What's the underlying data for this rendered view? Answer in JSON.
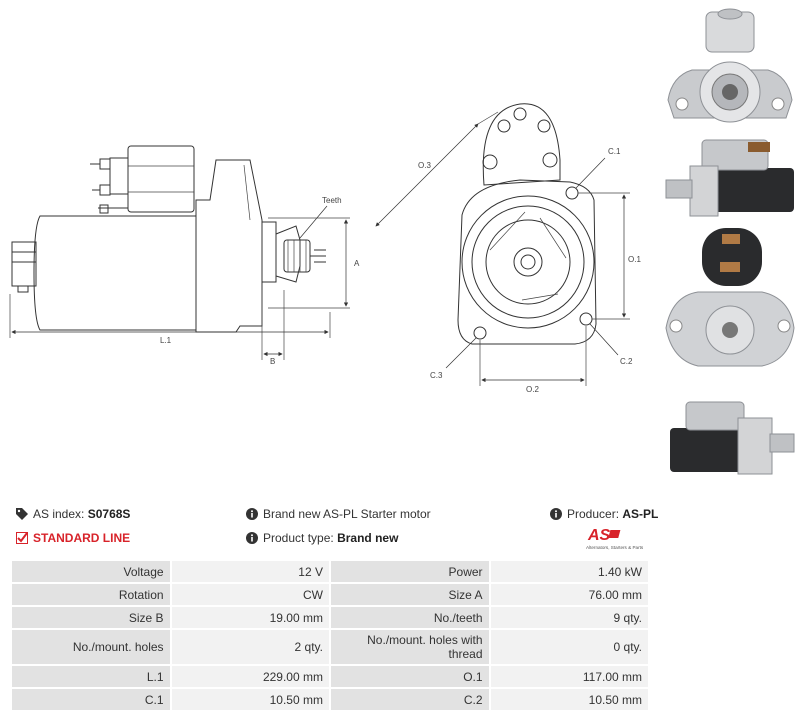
{
  "diagram": {
    "labels": {
      "teeth": "Teeth",
      "a": "A",
      "b": "B",
      "l1": "L.1",
      "o1": "O.1",
      "o2": "O.2",
      "o3": "O.3",
      "c1": "C.1",
      "c2": "C.2",
      "c3": "C.3"
    }
  },
  "photos": [
    "starter-front-view",
    "starter-side-view",
    "starter-rear-view",
    "starter-angle-view"
  ],
  "info": {
    "as_index_label": "AS index:",
    "as_index_value": "S0768S",
    "line_label": "STANDARD LINE",
    "description": "Brand new AS-PL Starter motor",
    "product_type_label": "Product type:",
    "product_type_value": "Brand new",
    "producer_label": "Producer:",
    "producer_value": "AS-PL",
    "logo_text": "AS",
    "logo_tagline": "Alternators, Starters & Parts"
  },
  "colors": {
    "accent": "#d8232a",
    "key_cell": "#e2e2e2",
    "value_cell": "#f2f2f2"
  },
  "specs": [
    {
      "k1": "Voltage",
      "v1": "12 V",
      "k2": "Power",
      "v2": "1.40 kW"
    },
    {
      "k1": "Rotation",
      "v1": "CW",
      "k2": "Size A",
      "v2": "76.00 mm"
    },
    {
      "k1": "Size B",
      "v1": "19.00 mm",
      "k2": "No./teeth",
      "v2": "9 qty."
    },
    {
      "k1": "No./mount. holes",
      "v1": "2 qty.",
      "k2": "No./mount. holes with thread",
      "v2": "0 qty."
    },
    {
      "k1": "L.1",
      "v1": "229.00 mm",
      "k2": "O.1",
      "v2": "117.00 mm"
    },
    {
      "k1": "C.1",
      "v1": "10.50 mm",
      "k2": "C.2",
      "v2": "10.50 mm"
    }
  ]
}
